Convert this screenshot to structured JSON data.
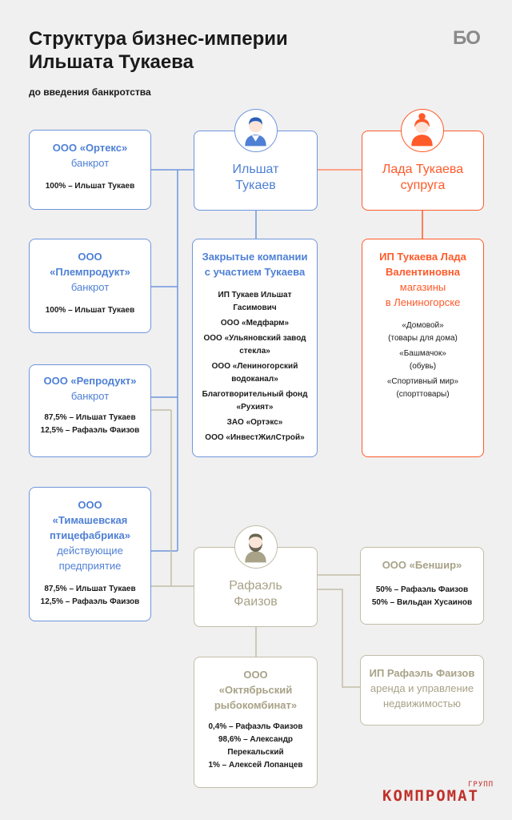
{
  "header": {
    "title_line1": "Структура бизнес-империи",
    "title_line2": "Ильшата Тукаева",
    "subtitle": "до введения банкротства",
    "logo": "БО"
  },
  "watermark": {
    "main": "КОМПРОМАТ",
    "small": "ГРУПП"
  },
  "colors": {
    "blue": "#4f80d5",
    "red": "#ff5a2a",
    "olive": "#a8a288"
  },
  "ortex": {
    "name": "ООО «Ортекс»",
    "status": "банкрот",
    "owner1": "100% – Ильшат Тукаев"
  },
  "plemprodukt": {
    "name1": "ООО",
    "name2": "«Племпродукт»",
    "status": "банкрот",
    "owner1": "100% – Ильшат Тукаев"
  },
  "reprodukt": {
    "name": "ООО «Репродукт»",
    "status": "банкрот",
    "owner1": "87,5% – Ильшат Тукаев",
    "owner2": "12,5% – Рафаэль Фаизов"
  },
  "timashev": {
    "name1": "ООО",
    "name2": "«Тимашевская",
    "name3": "птицефабрика»",
    "status1": "действующие",
    "status2": "предприятие",
    "owner1": "87,5% – Ильшат Тукаев",
    "owner2": "12,5% – Рафаэль Фаизов"
  },
  "ilshat": {
    "name1": "Ильшат",
    "name2": "Тукаев",
    "icon": "man-avatar-icon"
  },
  "lada": {
    "name": "Лада Тукаева",
    "role": "супруга",
    "icon": "woman-avatar-icon"
  },
  "closed": {
    "title1": "Закрытые компании",
    "title2": "с участием Тукаева",
    "items": [
      "ИП Тукаев Ильшат",
      "Гасимович",
      "ООО «Медфарм»",
      "ООО «Ульяновский завод",
      "стекла»",
      "ООО «Лениногорский",
      "водоканал»",
      "Благотворительный фонд",
      "«Рухият»",
      "ЗАО «Ортэкс»",
      "ООО «ИнвестЖилСтрой»"
    ]
  },
  "ip_lada": {
    "name1": "ИП Тукаева Лада",
    "name2": "Валентиновна",
    "desc1": "магазины",
    "desc2": "в Лениногорске",
    "items": [
      "«Домовой»",
      "(товары для дома)",
      "«Башмачок»",
      "(обувь)",
      "«Спортивный мир»",
      "(спорттовары)"
    ]
  },
  "rafael": {
    "name1": "Рафаэль",
    "name2": "Фаизов",
    "icon": "bearded-man-avatar-icon"
  },
  "benshir": {
    "name": "ООО «Беншир»",
    "owner1": "50% – Рафаэль Фаизов",
    "owner2": "50% – Вильдан Хусаинов"
  },
  "ip_rafael": {
    "name": "ИП Рафаэль Фаизов",
    "desc1": "аренда и управление",
    "desc2": "недвижимостью"
  },
  "october": {
    "name1": "ООО",
    "name2": "«Октябрьский",
    "name3": "рыбокомбинат»",
    "owners": [
      "0,4% – Рафаэль Фаизов",
      "98,6% – Александр",
      "Перекальский",
      "1% – Алексей Лопанцев"
    ]
  }
}
